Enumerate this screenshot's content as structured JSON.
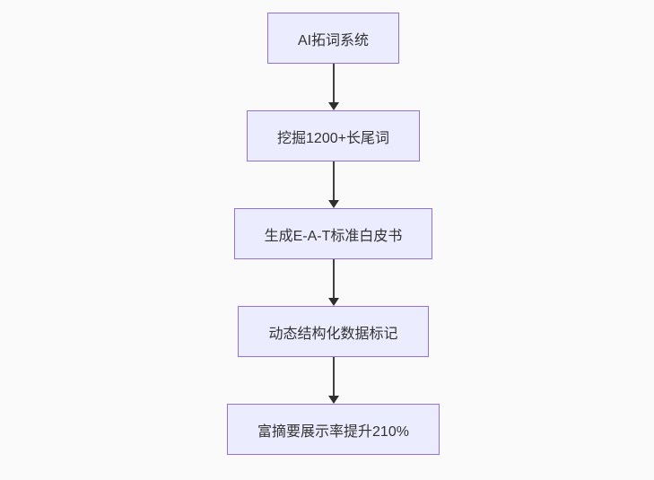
{
  "page": {
    "background_color": "#fafafa"
  },
  "flowchart": {
    "type": "flowchart-top-down",
    "node_fill_color": "#ececff",
    "node_border_color": "#9370db",
    "node_text_color": "#333333",
    "arrow_color": "#2e2e2e",
    "nodes": [
      {
        "label": "AI拓词系统"
      },
      {
        "label": "挖掘1200+长尾词"
      },
      {
        "label": "生成E-A-T标准白皮书"
      },
      {
        "label": "动态结构化数据标记"
      },
      {
        "label": "富摘要展示率提升210%"
      }
    ],
    "edges": [
      {
        "from": 0,
        "to": 1
      },
      {
        "from": 1,
        "to": 2
      },
      {
        "from": 2,
        "to": 3
      },
      {
        "from": 3,
        "to": 4
      }
    ]
  }
}
